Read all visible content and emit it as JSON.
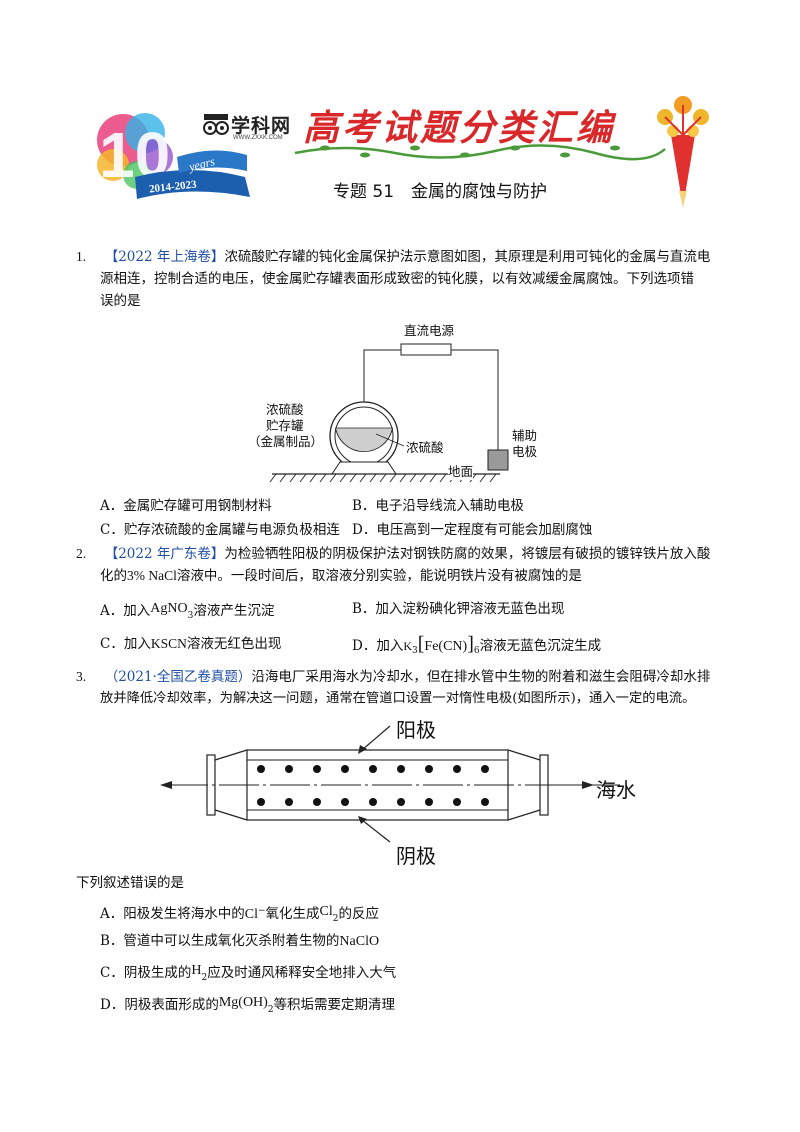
{
  "header": {
    "logo_text": "学科网",
    "logo_url": "WWW.ZXXK.COM",
    "badge_years": "years",
    "badge_range": "2014-2023",
    "banner_title": "高考试题分类汇编",
    "topic": "专题 51　金属的腐蚀与防护"
  },
  "questions": [
    {
      "num": "1.",
      "source": "【2022 年上海卷】",
      "stem_line1": "浓硫酸贮存罐的钝化金属保护法示意图如图，其原理是利用可钝化的金属与直流电",
      "stem_line2": "源相连，控制合适的电压，使金属贮存罐表面形成致密的钝化膜，以有效减缓金属腐蚀。下列选项错",
      "stem_line3": "误的是",
      "figure": {
        "power": "直流电源",
        "tank_l1": "浓硫酸",
        "tank_l2": "贮存罐",
        "tank_l3": "（金属制品）",
        "acid": "浓硫酸",
        "aux_l1": "辅助",
        "aux_l2": "电极",
        "ground": "地面"
      },
      "options": {
        "A": "A．金属贮存罐可用钢制材料",
        "B": "B．电子沿导线流入辅助电极",
        "C": "C．贮存浓硫酸的金属罐与电源负极相连",
        "D": "D．电压高到一定程度有可能会加剧腐蚀"
      }
    },
    {
      "num": "2.",
      "source": "【2022 年广东卷】",
      "stem_line1": "为检验牺牲阳极的阴极保护法对钢铁防腐的效果，将镀层有破损的镀锌铁片放入酸",
      "stem_line2_a": "化的",
      "stem_line2_chem": "3% NaCl",
      "stem_line2_b": "溶液中。一段时间后，取溶液分别实验，能说明铁片没有被腐蚀的是",
      "options": {
        "A_pre": "A．加入",
        "A_chem": "AgNO",
        "A_sub": "3",
        "A_post": "溶液产生沉淀",
        "B": "B．加入淀粉碘化钾溶液无蓝色出现",
        "C_pre": "C．加入",
        "C_chem": "KSCN",
        "C_post": "溶液无红色出现",
        "D_pre": "D．加入",
        "D_chem1": "K",
        "D_sub1": "3",
        "D_chem2": "Fe(CN)",
        "D_sub2": "6",
        "D_post": "溶液无蓝色沉淀生成"
      }
    },
    {
      "num": "3.",
      "source": "（2021·全国乙卷真题）",
      "stem_line1": "沿海电厂采用海水为冷却水，但在排水管中生物的附着和滋生会阻碍冷却水排",
      "stem_line2": "放并降低冷却效率，为解决这一问题，通常在管道口设置一对惰性电极(如图所示)，通入一定的电流。",
      "figure": {
        "anode": "阳极",
        "cathode": "阴极",
        "seawater": "海水"
      },
      "lead": "下列叙述错误的是",
      "options": {
        "A_pre": "A．阳极发生将海水中的",
        "A_chem1": "Cl",
        "A_sup": "−",
        "A_mid": "氧化生成",
        "A_chem2": "Cl",
        "A_sub": "2",
        "A_post": "的反应",
        "B_pre": "B．管道中可以生成氧化灭杀附着生物的",
        "B_chem": "NaClO",
        "C_pre": "C．阴极生成的",
        "C_chem": "H",
        "C_sub": "2",
        "C_post": "应及时通风稀释安全地排入大气",
        "D_pre": "D．阴极表面形成的",
        "D_chem": "Mg(OH)",
        "D_sub": "2",
        "D_post": "等积垢需要定期清理"
      }
    }
  ],
  "colors": {
    "source_blue": "#1f4ea3",
    "banner_red": "#d8282a",
    "vine_green": "#4a9a3a"
  }
}
